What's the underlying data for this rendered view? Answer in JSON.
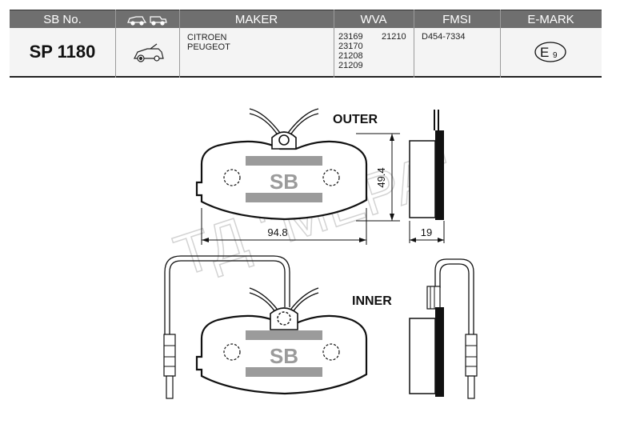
{
  "header": {
    "sb_no": "SB No.",
    "maker": "MAKER",
    "wva": "WVA",
    "fmsi": "FMSI",
    "emark": "E-MARK"
  },
  "row": {
    "sb_no": "SP 1180",
    "makers": [
      "CITROEN",
      "PEUGEOT"
    ],
    "wva": [
      "23169",
      "21210",
      "23170",
      "21208",
      "21209"
    ],
    "fmsi": "D454-7334",
    "emark_letter": "E",
    "emark_number": "9"
  },
  "drawing": {
    "outer_label": "OUTER",
    "inner_label": "INNER",
    "logo_text": "SB",
    "dim_width": "94.8",
    "dim_height": "49.4",
    "dim_thickness": "19",
    "watermark": "ТД \"МЕРА\""
  },
  "colors": {
    "header_bg": "#6f6f6f",
    "row_bg": "#f4f4f4",
    "logo_gray": "#9b9b9b",
    "pad_outline": "#111111"
  },
  "icons": {
    "vehicle_header": "car-truck-icon",
    "vehicle_row": "car-brake-icon"
  }
}
